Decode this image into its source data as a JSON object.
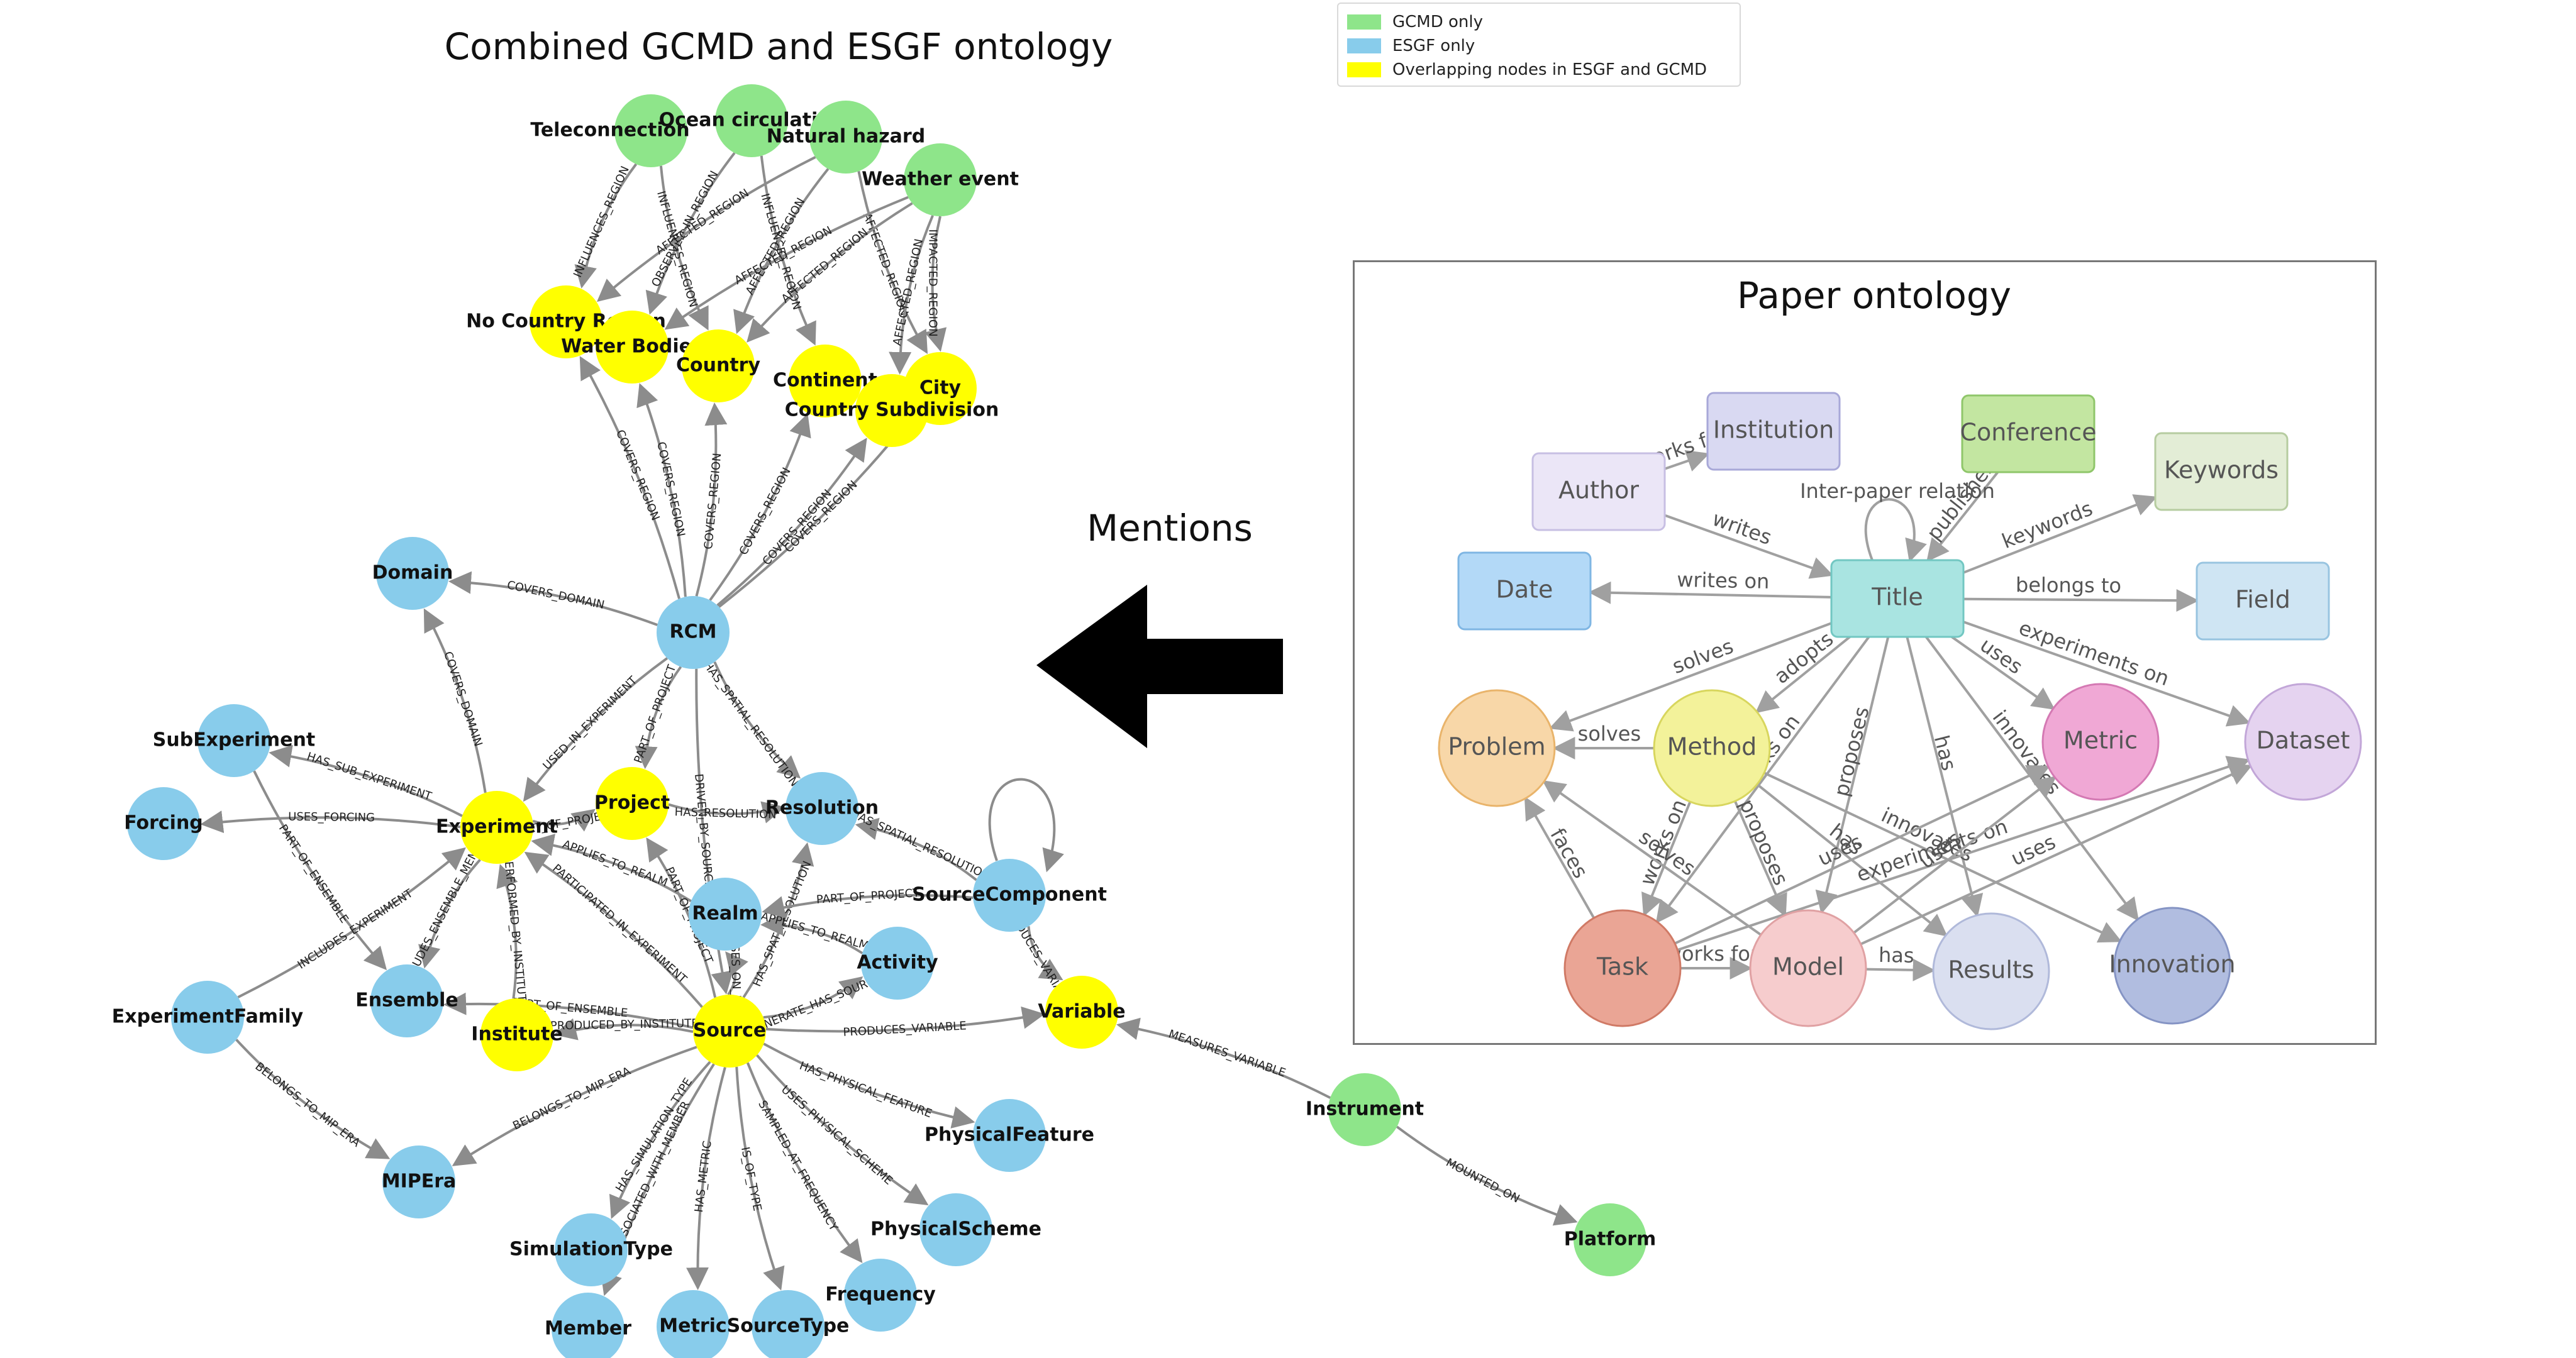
{
  "left_graph": {
    "title": "Combined GCMD and ESGF ontology",
    "colors": {
      "gcmd": "#8ee58a",
      "esgf": "#88cceb",
      "overlap": "#ffff00",
      "edge": "#8c8c8c"
    },
    "nodes": [
      {
        "id": "teleconnection",
        "label": "Teleconnection",
        "type": "gcmd"
      },
      {
        "id": "ocean_circulation",
        "label": "Ocean circulation",
        "type": "gcmd"
      },
      {
        "id": "natural_hazard",
        "label": "Natural hazard",
        "type": "gcmd"
      },
      {
        "id": "weather_event",
        "label": "Weather event",
        "type": "gcmd"
      },
      {
        "id": "no_country_region",
        "label": "No Country Region",
        "type": "overlap"
      },
      {
        "id": "water_bodies",
        "label": "Water Bodies",
        "type": "overlap"
      },
      {
        "id": "country",
        "label": "Country",
        "type": "overlap"
      },
      {
        "id": "continent",
        "label": "Continent",
        "type": "overlap"
      },
      {
        "id": "city",
        "label": "City",
        "type": "overlap"
      },
      {
        "id": "country_subdivision",
        "label": "Country Subdivision",
        "type": "overlap"
      },
      {
        "id": "domain",
        "label": "Domain",
        "type": "esgf"
      },
      {
        "id": "rcm",
        "label": "RCM",
        "type": "esgf"
      },
      {
        "id": "subexperiment",
        "label": "SubExperiment",
        "type": "esgf"
      },
      {
        "id": "forcing",
        "label": "Forcing",
        "type": "esgf"
      },
      {
        "id": "experiment",
        "label": "Experiment",
        "type": "overlap"
      },
      {
        "id": "project",
        "label": "Project",
        "type": "overlap"
      },
      {
        "id": "resolution",
        "label": "Resolution",
        "type": "esgf"
      },
      {
        "id": "sourcecomponent",
        "label": "SourceComponent",
        "type": "esgf"
      },
      {
        "id": "realm",
        "label": "Realm",
        "type": "esgf"
      },
      {
        "id": "activity",
        "label": "Activity",
        "type": "esgf"
      },
      {
        "id": "experimentfamily",
        "label": "ExperimentFamily",
        "type": "esgf"
      },
      {
        "id": "ensemble",
        "label": "Ensemble",
        "type": "esgf"
      },
      {
        "id": "institute",
        "label": "Institute",
        "type": "overlap"
      },
      {
        "id": "source",
        "label": "Source",
        "type": "overlap"
      },
      {
        "id": "variable",
        "label": "Variable",
        "type": "overlap"
      },
      {
        "id": "instrument",
        "label": "Instrument",
        "type": "gcmd"
      },
      {
        "id": "physicalfeature",
        "label": "PhysicalFeature",
        "type": "esgf"
      },
      {
        "id": "physicalscheme",
        "label": "PhysicalScheme",
        "type": "esgf"
      },
      {
        "id": "miperа",
        "label": "MIPEra",
        "type": "esgf"
      },
      {
        "id": "simulationtype",
        "label": "SimulationType",
        "type": "esgf"
      },
      {
        "id": "member",
        "label": "Member",
        "type": "esgf"
      },
      {
        "id": "metric",
        "label": "Metric",
        "type": "esgf"
      },
      {
        "id": "sourcetype",
        "label": "SourceType",
        "type": "esgf"
      },
      {
        "id": "frequency",
        "label": "Frequency",
        "type": "esgf"
      },
      {
        "id": "platform",
        "label": "Platform",
        "type": "gcmd"
      }
    ],
    "edges": [
      {
        "from": "teleconnection",
        "to": "no_country_region",
        "label": "INFLUENCES_REGION"
      },
      {
        "from": "teleconnection",
        "to": "country",
        "label": "INFLUENCES_REGION"
      },
      {
        "from": "ocean_circulation",
        "to": "water_bodies",
        "label": "OBSERVED_IN_REGION"
      },
      {
        "from": "ocean_circulation",
        "to": "continent",
        "label": "INFLUENCES_REGION"
      },
      {
        "from": "natural_hazard",
        "to": "no_country_region",
        "label": "AFFECTED_REGION"
      },
      {
        "from": "natural_hazard",
        "to": "country",
        "label": "AFFECTED_REGION"
      },
      {
        "from": "natural_hazard",
        "to": "city",
        "label": "AFFECTED_REGION"
      },
      {
        "from": "weather_event",
        "to": "water_bodies",
        "label": "AFFECTED_REGION"
      },
      {
        "from": "weather_event",
        "to": "country",
        "label": "AFFECTED_REGION"
      },
      {
        "from": "weather_event",
        "to": "city",
        "label": "IMPACTED_REGION"
      },
      {
        "from": "weather_event",
        "to": "country_subdivision",
        "label": "AFFECTED_REGION"
      },
      {
        "from": "rcm",
        "to": "no_country_region",
        "label": "COVERS_REGION"
      },
      {
        "from": "rcm",
        "to": "water_bodies",
        "label": "COVERS_REGION"
      },
      {
        "from": "rcm",
        "to": "country",
        "label": "COVERS_REGION"
      },
      {
        "from": "rcm",
        "to": "continent",
        "label": "COVERS_REGION"
      },
      {
        "from": "rcm",
        "to": "city",
        "label": "COVERS_REGION"
      },
      {
        "from": "rcm",
        "to": "country_subdivision",
        "label": "COVERS_REGION"
      },
      {
        "from": "rcm",
        "to": "domain",
        "label": "COVERS_DOMAIN"
      },
      {
        "from": "experiment",
        "to": "domain",
        "label": "COVERS_DOMAIN"
      },
      {
        "from": "rcm",
        "to": "experiment",
        "label": "USED_IN_EXPERIMENT"
      },
      {
        "from": "rcm",
        "to": "project",
        "label": "PART_OF_PROJECT"
      },
      {
        "from": "rcm",
        "to": "resolution",
        "label": "HAS_SPATIAL_RESOLUTION"
      },
      {
        "from": "rcm",
        "to": "source",
        "label": "DRIVEN_BY_SOURCE"
      },
      {
        "from": "experiment",
        "to": "subexperiment",
        "label": "HAS_SUB_EXPERIMENT"
      },
      {
        "from": "experiment",
        "to": "forcing",
        "label": "USES_FORCING"
      },
      {
        "from": "subexperiment",
        "to": "ensemble",
        "label": "PART_OF_ENSEMBLE"
      },
      {
        "from": "experimentfamily",
        "to": "experiment",
        "label": "INCLUDES_EXPERIMENT"
      },
      {
        "from": "experiment",
        "to": "ensemble",
        "label": "INCLUDES_ENSEMBLE_MEMBER"
      },
      {
        "from": "institute",
        "to": "experiment",
        "label": "PERFORMED_BY_INSTITUTE"
      },
      {
        "from": "experiment",
        "to": "project",
        "label": "PART_OF_PROJECT"
      },
      {
        "from": "project",
        "to": "resolution",
        "label": "HAS_RESOLUTION"
      },
      {
        "from": "realm",
        "to": "experiment",
        "label": "APPLIES_TO_REALM"
      },
      {
        "from": "source",
        "to": "experiment",
        "label": "PARTICIPATED_IN_EXPERIMENT"
      },
      {
        "from": "source",
        "to": "project",
        "label": "PART_OF_PROJECT"
      },
      {
        "from": "source",
        "to": "ensemble",
        "label": "PART_OF_ENSEMBLE"
      },
      {
        "from": "source",
        "to": "institute",
        "label": "PRODUCED_BY_INSTITUTE"
      },
      {
        "from": "source",
        "to": "resolution",
        "label": "HAS_SPAT_RESOLUTION"
      },
      {
        "from": "source",
        "to": "activity",
        "label": "GENERATE_HAS_SOURCE"
      },
      {
        "from": "source",
        "to": "realm",
        "label": "FOCUSES_ON_REALM"
      },
      {
        "from": "activity",
        "to": "realm",
        "label": "APPLIES_TO_REALM"
      },
      {
        "from": "sourcecomponent",
        "to": "resolution",
        "label": "HAS_SPATIAL_RESOLUTION"
      },
      {
        "from": "sourcecomponent",
        "to": "realm",
        "label": "PART_OF_PROJECT"
      },
      {
        "from": "sourcecomponent",
        "to": "variable",
        "label": "PRODUCES_VARIABLE"
      },
      {
        "from": "sourcecomponent",
        "to": "sourcecomponent",
        "label": ""
      },
      {
        "from": "source",
        "to": "variable",
        "label": "PRODUCES_VARIABLE"
      },
      {
        "from": "instrument",
        "to": "variable",
        "label": "MEASURES_VARIABLE"
      },
      {
        "from": "instrument",
        "to": "platform",
        "label": "MOUNTED_ON"
      },
      {
        "from": "source",
        "to": "physicalfeature",
        "label": "HAS_PHYSICAL_FEATURE"
      },
      {
        "from": "source",
        "to": "physicalscheme",
        "label": "USES_PHYSICAL_SCHEME"
      },
      {
        "from": "source",
        "to": "frequency",
        "label": "SAMPLED_AT_FREQUENCY"
      },
      {
        "from": "source",
        "to": "sourcetype",
        "label": "IS_OF_TYPE"
      },
      {
        "from": "source",
        "to": "metric",
        "label": "HAS_METRIC"
      },
      {
        "from": "source",
        "to": "member",
        "label": "ASSOCIATED_WITH_MEMBER"
      },
      {
        "from": "source",
        "to": "simulationtype",
        "label": "HAS_SIMULATION_TYPE"
      },
      {
        "from": "source",
        "to": "miperа",
        "label": "BELONGS_TO_MIP_ERA"
      },
      {
        "from": "experimentfamily",
        "to": "miperа",
        "label": "BELONGS_TO_MIP_ERA"
      }
    ]
  },
  "legend": {
    "items": [
      {
        "label": "GCMD only",
        "color": "#8ee58a"
      },
      {
        "label": "ESGF only",
        "color": "#88cceb"
      },
      {
        "label": "Overlapping nodes in ESGF and GCMD",
        "color": "#ffff00"
      }
    ]
  },
  "mentions_label": "Mentions",
  "paper_graph": {
    "title": "Paper ontology",
    "nodes": [
      {
        "id": "institution",
        "label": "Institution",
        "color": "#d9d9f2",
        "stroke": "#a8a8d8"
      },
      {
        "id": "conference",
        "label": "Conference",
        "color": "#c3e6a1",
        "stroke": "#8fc66a"
      },
      {
        "id": "keywords",
        "label": "Keywords",
        "color": "#e3edd6",
        "stroke": "#b6cca0"
      },
      {
        "id": "author",
        "label": "Author",
        "color": "#ebe6f7",
        "stroke": "#c7bfe3"
      },
      {
        "id": "date",
        "label": "Date",
        "color": "#b3d9f7",
        "stroke": "#7fb6e3"
      },
      {
        "id": "title",
        "label": "Title",
        "color": "#a9e4e1",
        "stroke": "#72c7c2"
      },
      {
        "id": "field",
        "label": "Field",
        "color": "#cfe5f3",
        "stroke": "#98c4e0"
      },
      {
        "id": "problem",
        "label": "Problem",
        "color": "#f8d7a8",
        "stroke": "#e9b46b"
      },
      {
        "id": "method",
        "label": "Method",
        "color": "#f3f29a",
        "stroke": "#d8d65e"
      },
      {
        "id": "metric",
        "label": "Metric",
        "color": "#f0a8d5",
        "stroke": "#d479b3"
      },
      {
        "id": "dataset",
        "label": "Dataset",
        "color": "#e5d3f0",
        "stroke": "#c2a6d8"
      },
      {
        "id": "task",
        "label": "Task",
        "color": "#eaa595",
        "stroke": "#d07a66"
      },
      {
        "id": "model",
        "label": "Model",
        "color": "#f6cccd",
        "stroke": "#e0a1a3"
      },
      {
        "id": "results",
        "label": "Results",
        "color": "#dadff0",
        "stroke": "#b0b9da"
      },
      {
        "id": "innovation",
        "label": "Innovation",
        "color": "#b1bde0",
        "stroke": "#8594c4"
      }
    ],
    "edges": [
      {
        "from": "author",
        "to": "institution",
        "label": "works for"
      },
      {
        "from": "author",
        "to": "title",
        "label": "writes"
      },
      {
        "from": "conference",
        "to": "title",
        "label": "publishes"
      },
      {
        "from": "title",
        "to": "keywords",
        "label": "keywords"
      },
      {
        "from": "title",
        "to": "date",
        "label": "writes on"
      },
      {
        "from": "title",
        "to": "field",
        "label": "belongs to"
      },
      {
        "from": "title",
        "to": "title",
        "label": "Inter-paper relation"
      },
      {
        "from": "title",
        "to": "problem",
        "label": "solves"
      },
      {
        "from": "title",
        "to": "method",
        "label": "adopts"
      },
      {
        "from": "title",
        "to": "task",
        "label": "works on"
      },
      {
        "from": "title",
        "to": "model",
        "label": "proposes"
      },
      {
        "from": "title",
        "to": "results",
        "label": "has"
      },
      {
        "from": "title",
        "to": "innovation",
        "label": "innovates"
      },
      {
        "from": "title",
        "to": "metric",
        "label": "uses"
      },
      {
        "from": "title",
        "to": "dataset",
        "label": "experiments on"
      },
      {
        "from": "method",
        "to": "problem",
        "label": "solves"
      },
      {
        "from": "method",
        "to": "task",
        "label": "works on"
      },
      {
        "from": "method",
        "to": "model",
        "label": "proposes"
      },
      {
        "from": "method",
        "to": "results",
        "label": "has"
      },
      {
        "from": "method",
        "to": "innovation",
        "label": "innovates"
      },
      {
        "from": "task",
        "to": "problem",
        "label": "faces"
      },
      {
        "from": "model",
        "to": "problem",
        "label": "solves"
      },
      {
        "from": "task",
        "to": "model",
        "label": "works for"
      },
      {
        "from": "model",
        "to": "results",
        "label": "has"
      },
      {
        "from": "task",
        "to": "metric",
        "label": "uses"
      },
      {
        "from": "task",
        "to": "dataset",
        "label": "experiments on"
      },
      {
        "from": "model",
        "to": "metric",
        "label": "uses"
      },
      {
        "from": "model",
        "to": "dataset",
        "label": "uses"
      }
    ]
  }
}
